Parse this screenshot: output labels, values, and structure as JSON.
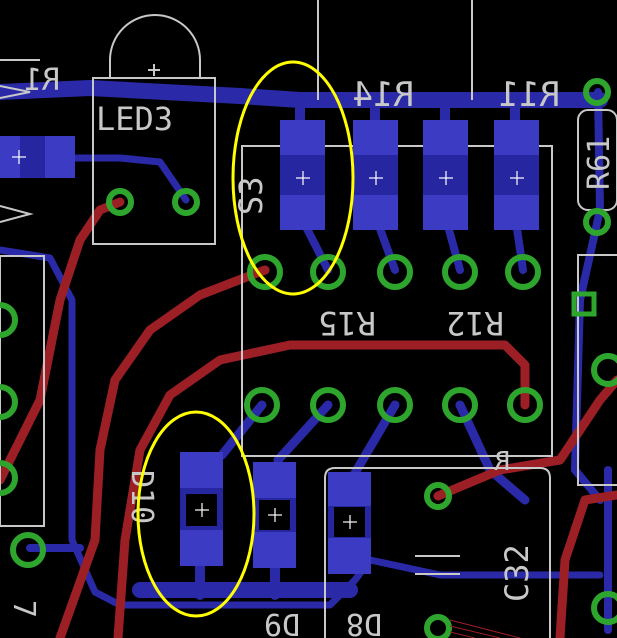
{
  "labels": {
    "r14": "R14",
    "r11": "R11",
    "r15": "R15",
    "r12": "R12",
    "s3": "S3",
    "led3": "LED3",
    "r61": "R61",
    "c32": "C32",
    "d10": "D10",
    "d9": "D9",
    "d8": "D8",
    "r_left": "R1",
    "r_small": "R",
    "seven": "7"
  },
  "colors": {
    "background": "#000000",
    "top_copper": "#9c1f26",
    "bottom_copper": "#2a2aa8",
    "smd_pad": "#3b3bc4",
    "via_ring": "#2ea62e",
    "silkscreen": "#c8c8c8",
    "highlight": "#ffff00"
  }
}
